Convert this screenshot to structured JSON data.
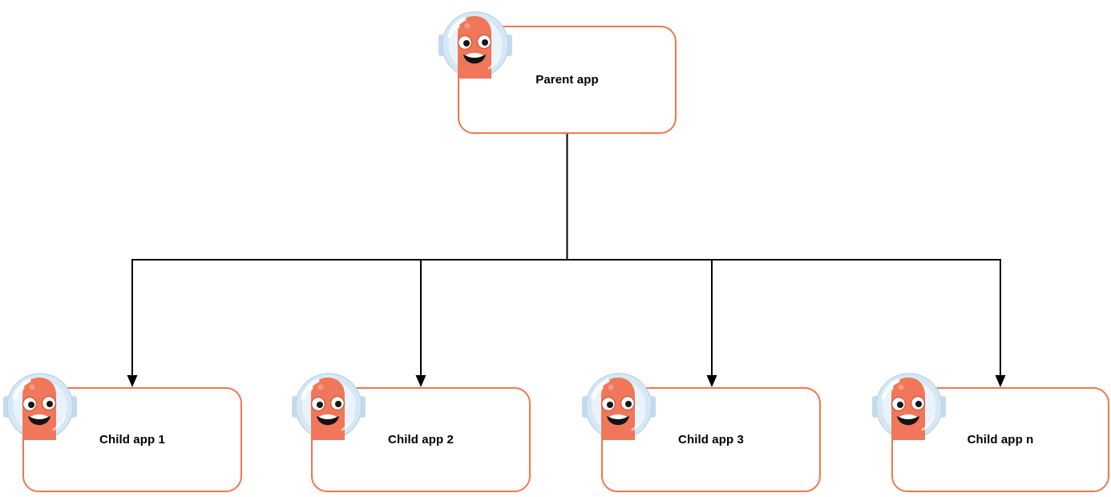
{
  "diagram": {
    "parent": {
      "label": "Parent app"
    },
    "children": [
      {
        "label": "Child app 1"
      },
      {
        "label": "Child app 2"
      },
      {
        "label": "Child app 3"
      },
      {
        "label": "Child app n"
      }
    ],
    "colors": {
      "node_border": "#f3764e",
      "node_fill": "#ffffff",
      "connector_line": "#000000",
      "label_text": "#000000",
      "mascot_body": "#f0775a",
      "mascot_helmet": "#d7e8f5",
      "mascot_glass": "#eaf3fb",
      "canvas_background": "#ffffff"
    },
    "icons": {
      "node_badge": "astronaut-mascot-icon"
    }
  }
}
